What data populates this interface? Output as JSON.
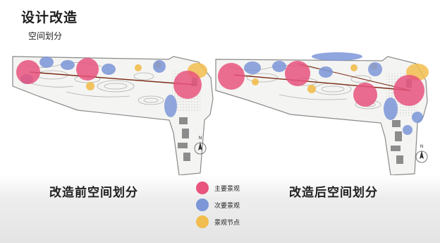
{
  "header": {
    "title": "设计改造",
    "subtitle": "空间划分"
  },
  "maps": {
    "before_caption": "改造前空间划分",
    "after_caption": "改造后空间划分",
    "north_label": "N"
  },
  "legend": [
    {
      "key": "primary",
      "label": "主要景观",
      "color": "#e8547e"
    },
    {
      "key": "secondary",
      "label": "次要景观",
      "color": "#7c96d8"
    },
    {
      "key": "node",
      "label": "景观节点",
      "color": "#f2bd4f"
    }
  ],
  "colors": {
    "site_fill": "#f4f4f2",
    "site_stroke": "#8a8a8a",
    "axis": "#7a2a14",
    "building": "#8c8c8c"
  }
}
